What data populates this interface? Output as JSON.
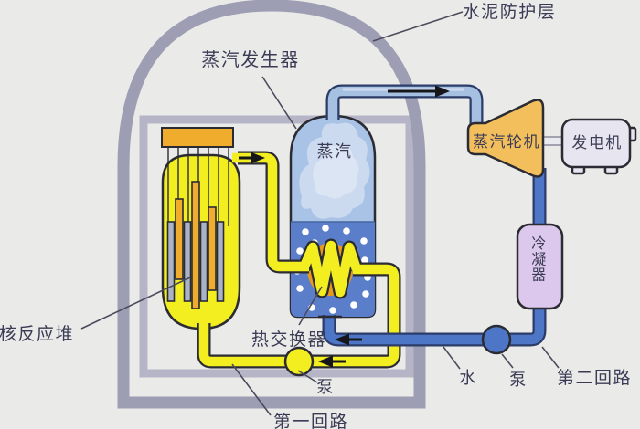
{
  "labels": {
    "containment": "水泥防护层",
    "steam_generator": "蒸汽发生器",
    "steam": "蒸汽",
    "turbine": "蒸汽轮机",
    "generator": "发电机",
    "condenser": "冷凝器",
    "reactor": "核反应堆",
    "heat_exchanger": "热交换器",
    "primary_pump": "泵",
    "primary_loop": "第一回路",
    "water": "水",
    "secondary_pump": "泵",
    "secondary_loop": "第二回路"
  },
  "colors": {
    "background": "#eaeae8",
    "containment_wall": "#9d9db4",
    "inner_wall": "#b5b5c7",
    "outline_dark": "#2b2b33",
    "pipe_outline_navy": "#2c3c68",
    "primary_yellow": "#f2ee20",
    "fuel_orange": "#efac2d",
    "coil_orange": "#e89b1b",
    "control_rod_gray": "#abb4c6",
    "steam_region_blue": "#a9c3e6",
    "cloud_blue": "#ccdaef",
    "cloud_blue_light": "#dce5f4",
    "water_blue": "#5b7ecb",
    "waterline_blue": "#46659f",
    "steam_pipe_blue": "#a6c0e2",
    "steam_pipe_highlight": "#cdd9ee",
    "condensate_blue": "#4d76c6",
    "turbine_orange": "#f3bf5d",
    "generator_fill": "#e7e5ef",
    "shaft_fill": "#e9e9f0",
    "condenser_fill": "#dcc8ec",
    "label_text": "#3b3b55",
    "leader_line": "#4b4b5c",
    "arrow_black": "#15151a"
  }
}
